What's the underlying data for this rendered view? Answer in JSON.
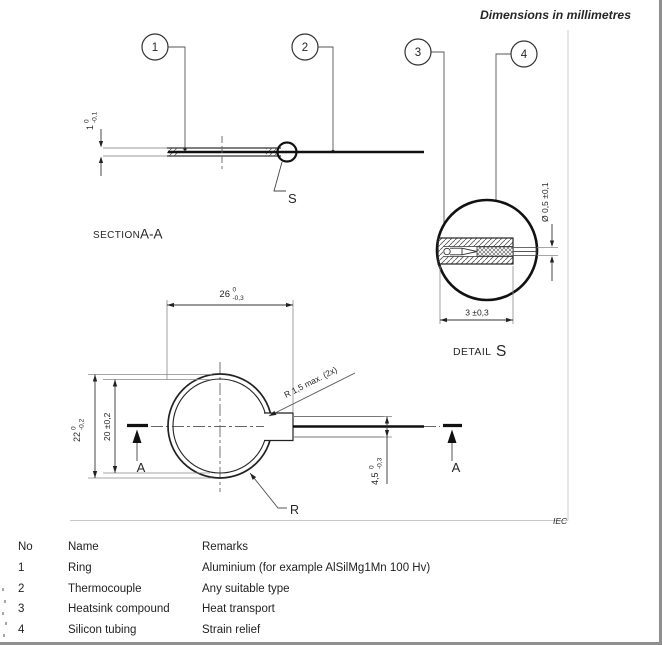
{
  "note": "Dimensions in millimetres",
  "footer_mark": "IEC",
  "balloons": [
    {
      "n": "1"
    },
    {
      "n": "2"
    },
    {
      "n": "3"
    },
    {
      "n": "4"
    }
  ],
  "section_view": {
    "title_word": "SECTION",
    "title_ref": "A-A",
    "detail_ref_label": "S",
    "thickness_dim": {
      "main": "1",
      "tol_up": "0",
      "tol_dn": "-0,1"
    }
  },
  "detail_view": {
    "title_word": "DETAIL",
    "title_ref": "S",
    "wire_dia_dim": "Ø 0,5 ±0,1",
    "length_dim": "3 ±0,3"
  },
  "ring_view": {
    "width_dim": {
      "main": "26",
      "tol_up": "0",
      "tol_dn": "-0,3"
    },
    "outer_dia_dim": {
      "main": "22",
      "tol_up": "0",
      "tol_dn": "-0,2"
    },
    "inner_dia_dim": "20 ±0,2",
    "fillet_dim": "R 1,5 max. (2x)",
    "strip_dim": {
      "main": "4,5",
      "tol_up": "0",
      "tol_dn": "-0,3"
    },
    "radius_label": "R",
    "cut_label_left": "A",
    "cut_label_right": "A"
  },
  "parts_table": {
    "headers": {
      "no": "No",
      "name": "Name",
      "remarks": "Remarks"
    },
    "rows": [
      {
        "no": "1",
        "name": "Ring",
        "remarks": "Aluminium (for example AlSilMg1Mn 100 Hv)"
      },
      {
        "no": "2",
        "name": "Thermocouple",
        "remarks": "Any suitable type"
      },
      {
        "no": "3",
        "name": "Heatsink compound",
        "remarks": "Heat transport"
      },
      {
        "no": "4",
        "name": "Silicon tubing",
        "remarks": "Strain relief"
      }
    ]
  }
}
